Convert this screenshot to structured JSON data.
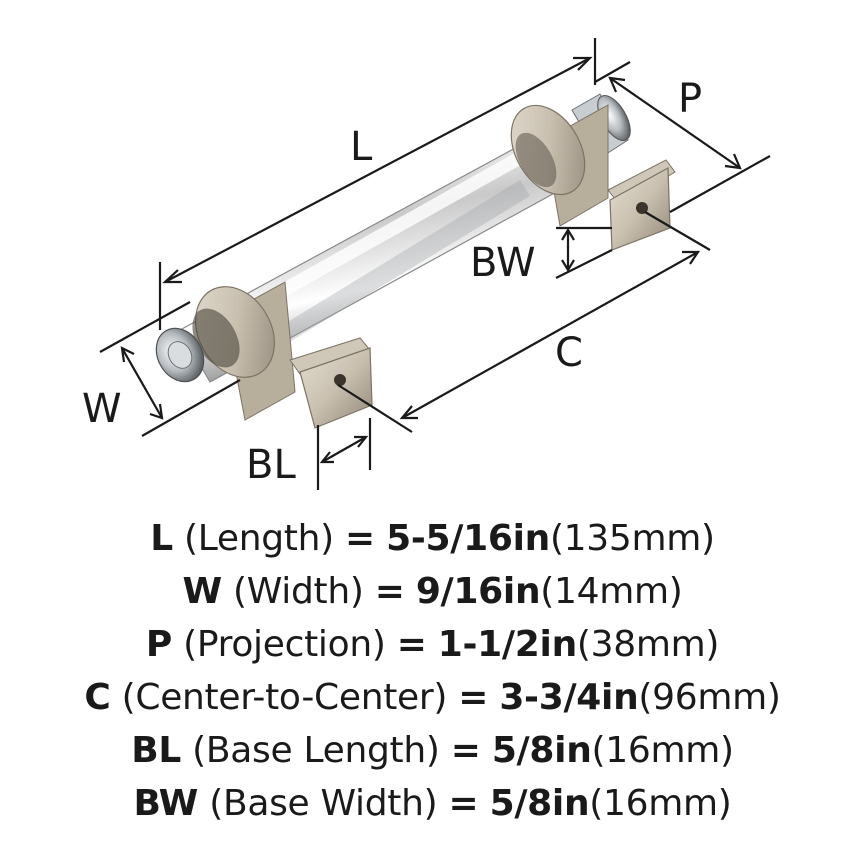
{
  "diagram": {
    "labels": {
      "L": "L",
      "P": "P",
      "BW": "BW",
      "W": "W",
      "BL": "BL",
      "C": "C"
    }
  },
  "specs": [
    {
      "abbr": "L",
      "name": "(Length)",
      "eq": "=",
      "imperial": "5-5/16in",
      "metric": "(135mm)"
    },
    {
      "abbr": "W",
      "name": "(Width)",
      "eq": "=",
      "imperial": "9/16in",
      "metric": "(14mm)"
    },
    {
      "abbr": "P",
      "name": "(Projection)",
      "eq": "=",
      "imperial": "1-1/2in",
      "metric": "(38mm)"
    },
    {
      "abbr": "C",
      "name": "(Center-to-Center)",
      "eq": "=",
      "imperial": "3-3/4in",
      "metric": "(96mm)"
    },
    {
      "abbr": "BL",
      "name": "(Base Length)",
      "eq": "=",
      "imperial": "5/8in",
      "metric": "(16mm)"
    },
    {
      "abbr": "BW",
      "name": "(Base Width)",
      "eq": "=",
      "imperial": "5/8in",
      "metric": "(16mm)"
    }
  ]
}
